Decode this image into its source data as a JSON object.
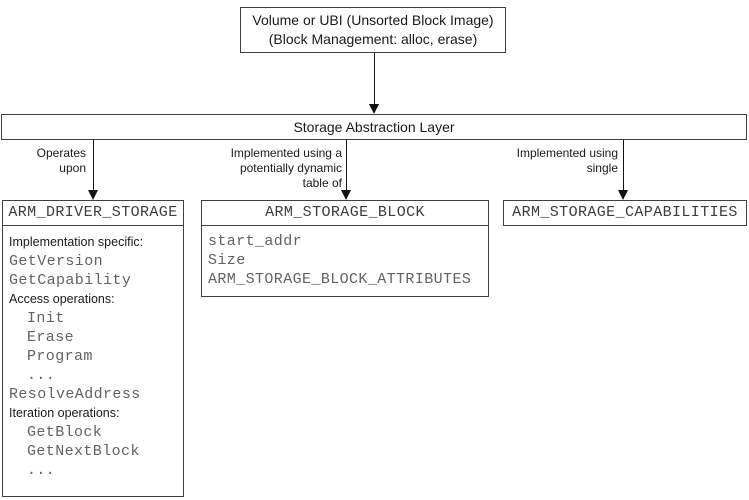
{
  "top_box": {
    "lines": [
      "Volume or UBI (Unsorted Block Image)",
      "(Block Management: alloc, erase)"
    ]
  },
  "sal_box": {
    "title": "Storage Abstraction Layer"
  },
  "edges": [
    {
      "target": "ARM_DRIVER_STORAGE",
      "label_lines": [
        "Operates",
        "upon"
      ]
    },
    {
      "target": "ARM_STORAGE_BLOCK",
      "label_lines": [
        "Implemented using a",
        "potentially dynamic",
        "table of"
      ]
    },
    {
      "target": "ARM_STORAGE_CAPABILITIES",
      "label_lines": [
        "Implemented using",
        "single"
      ]
    }
  ],
  "driver_box": {
    "title": "ARM_DRIVER_STORAGE",
    "items": [
      {
        "text": "Implementation specific:",
        "style": "label"
      },
      {
        "text": "GetVersion",
        "style": "code"
      },
      {
        "text": "GetCapability",
        "style": "code"
      },
      {
        "text": "Access operations:",
        "style": "label"
      },
      {
        "text": "Init",
        "style": "code-indent"
      },
      {
        "text": "Erase",
        "style": "code-indent"
      },
      {
        "text": "Program",
        "style": "code-indent"
      },
      {
        "text": "...",
        "style": "code-indent"
      },
      {
        "text": "ResolveAddress",
        "style": "code"
      },
      {
        "text": "Iteration operations:",
        "style": "label"
      },
      {
        "text": "GetBlock",
        "style": "code-indent"
      },
      {
        "text": "GetNextBlock",
        "style": "code-indent"
      },
      {
        "text": "...",
        "style": "code-indent"
      }
    ]
  },
  "block_box": {
    "title": "ARM_STORAGE_BLOCK",
    "items": [
      "start_addr",
      "Size",
      "ARM_STORAGE_BLOCK_ATTRIBUTES"
    ]
  },
  "caps_box": {
    "title": "ARM_STORAGE_CAPABILITIES"
  },
  "colors": {
    "border": "#3f3f3f",
    "text": "#1a1a1a",
    "code": "#636363",
    "code_header": "#3d3d3d",
    "arrow": "#111111",
    "background": "#ffffff"
  }
}
